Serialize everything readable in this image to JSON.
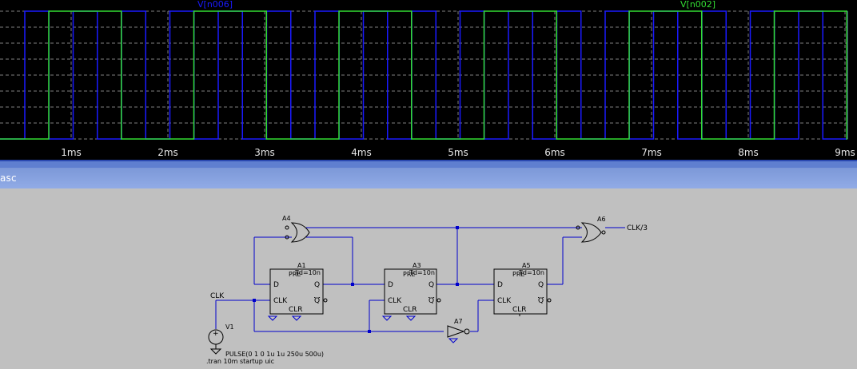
{
  "waveform": {
    "traces": [
      {
        "name": "V[n006]",
        "color": "#1a1aff"
      },
      {
        "name": "V[n002]",
        "color": "#33dd33"
      }
    ],
    "x_ticks": [
      "1ms",
      "2ms",
      "3ms",
      "4ms",
      "5ms",
      "6ms",
      "7ms",
      "8ms",
      "9ms"
    ],
    "background": "#000000",
    "grid_color": "#808080"
  },
  "schematic": {
    "title": "asc",
    "components": {
      "a4": "A4",
      "a1": "A1",
      "a3": "A3",
      "a5": "A5",
      "a6": "A6",
      "a7": "A7",
      "v1": "V1"
    },
    "ff_labels": {
      "pre": "PRE",
      "td": "Td=10n",
      "d": "D",
      "q": "Q",
      "qbar": "Q",
      "clk": "CLK",
      "clr": "CLR"
    },
    "net_clk": "CLK",
    "net_out": "CLK/3",
    "v1_plus": "+",
    "v1_value": "PULSE(0 1 0 1u 1u 250u 500u)",
    "directive": ".tran 10m startup uic",
    "wire_color": "#0000cc"
  }
}
